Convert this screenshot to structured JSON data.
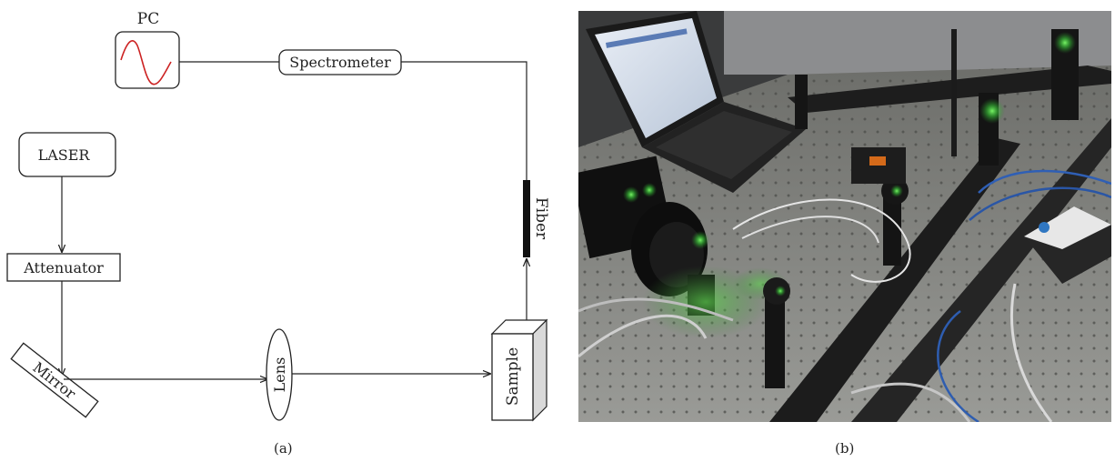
{
  "panel_a": {
    "components": {
      "pc": "PC",
      "spectrometer": "Spectrometer",
      "laser": "LASER",
      "attenuator": "Attenuator",
      "mirror": "Mirror",
      "lens": "Lens",
      "sample": "Sample",
      "fiber": "Fiber"
    },
    "caption": "(a)",
    "colors": {
      "waveform": "#cc2222",
      "line": "#222222"
    }
  },
  "panel_b": {
    "caption": "(b)",
    "description_icon": "laboratory-photo",
    "colors": {
      "laser_green": "#36d83c",
      "table": "#8a8b87"
    }
  }
}
